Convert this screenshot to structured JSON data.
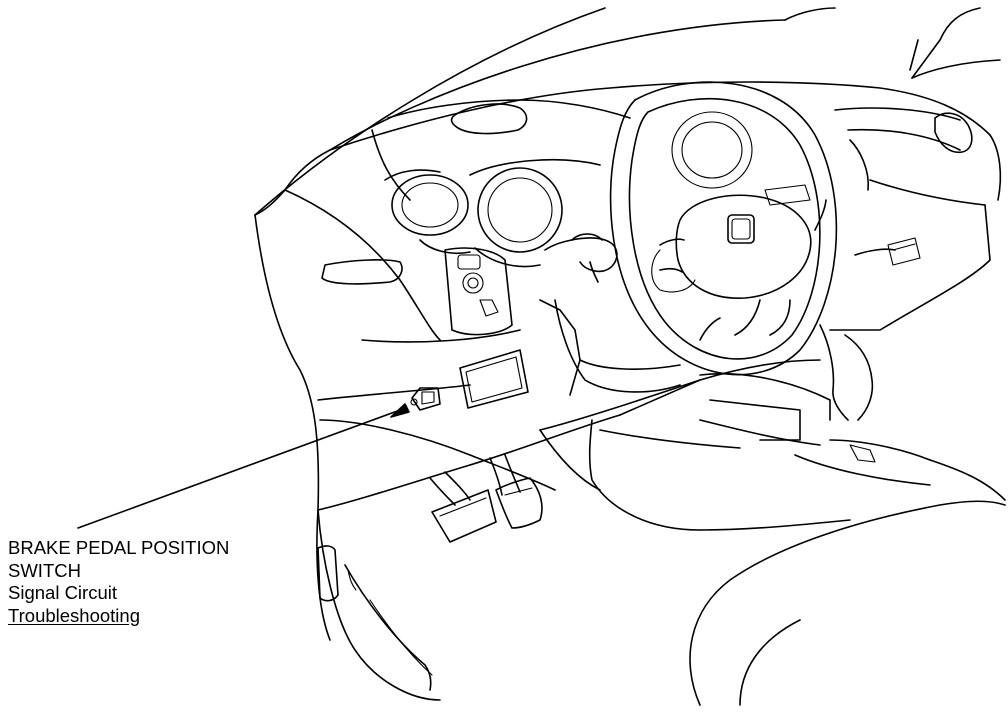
{
  "callout": {
    "component_line1": "BRAKE PEDAL POSITION",
    "component_line2": "SWITCH",
    "circuit": "Signal Circuit",
    "link": "Troubleshooting"
  }
}
